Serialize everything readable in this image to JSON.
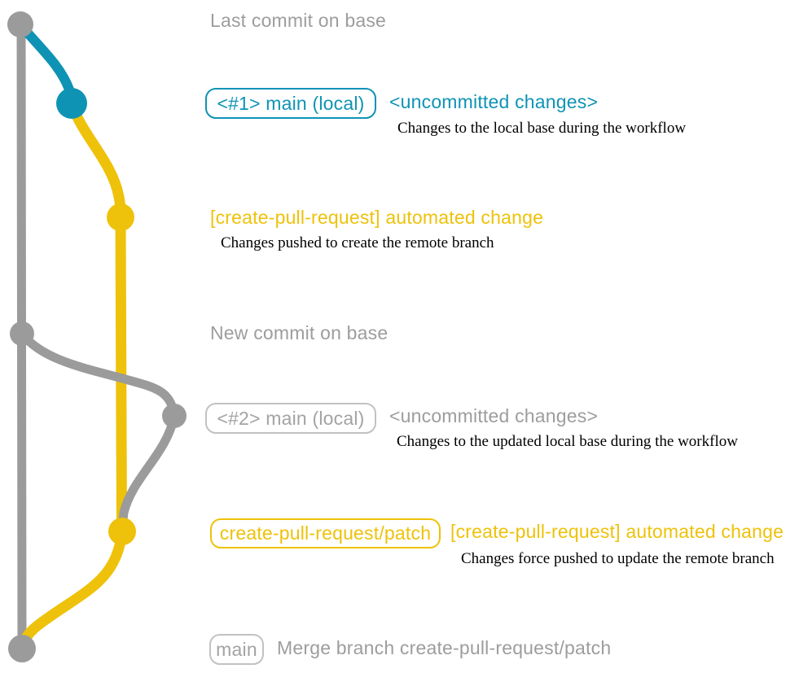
{
  "colors": {
    "gray": "#9b9b9b",
    "gray_text": "#9d9d9d",
    "gray_border": "#c2c2c2",
    "blue": "#0f93b5",
    "yellow": "#eec20a",
    "body_text": "#000000"
  },
  "graph": {
    "type": "git-commit-graph",
    "commits": [
      {
        "id": "last-base-commit",
        "color": "gray",
        "label": "Last commit on base"
      },
      {
        "id": "main-local-1",
        "color": "blue",
        "label": "<#1> main (local) — uncommitted changes"
      },
      {
        "id": "automated-change-1",
        "color": "yellow",
        "label": "[create-pull-request] automated change"
      },
      {
        "id": "new-base-commit",
        "color": "gray",
        "label": "New commit on base"
      },
      {
        "id": "main-local-2",
        "color": "gray",
        "label": "<#2> main (local) — uncommitted changes"
      },
      {
        "id": "automated-change-2",
        "color": "yellow",
        "label": "create-pull-request/patch — automated change"
      },
      {
        "id": "merge-commit",
        "color": "gray",
        "label": "main — Merge branch create-pull-request/patch"
      }
    ]
  },
  "annotations": {
    "last_commit": "Last commit on base",
    "uncommitted_1": {
      "badge": "<#1> main (local)",
      "title": "<uncommitted changes>",
      "desc": "Changes to the local base during the workflow"
    },
    "automated_1": {
      "title": "[create-pull-request] automated change",
      "desc": "Changes pushed to create the remote branch"
    },
    "new_commit": "New commit on base",
    "uncommitted_2": {
      "badge": "<#2> main (local)",
      "title": "<uncommitted changes>",
      "desc": "Changes to the updated local base during the workflow"
    },
    "automated_2": {
      "badge": "create-pull-request/patch",
      "title": "[create-pull-request] automated change",
      "desc": "Changes force pushed to update the remote branch"
    },
    "merge": {
      "badge": "main",
      "title": "Merge branch create-pull-request/patch"
    }
  }
}
